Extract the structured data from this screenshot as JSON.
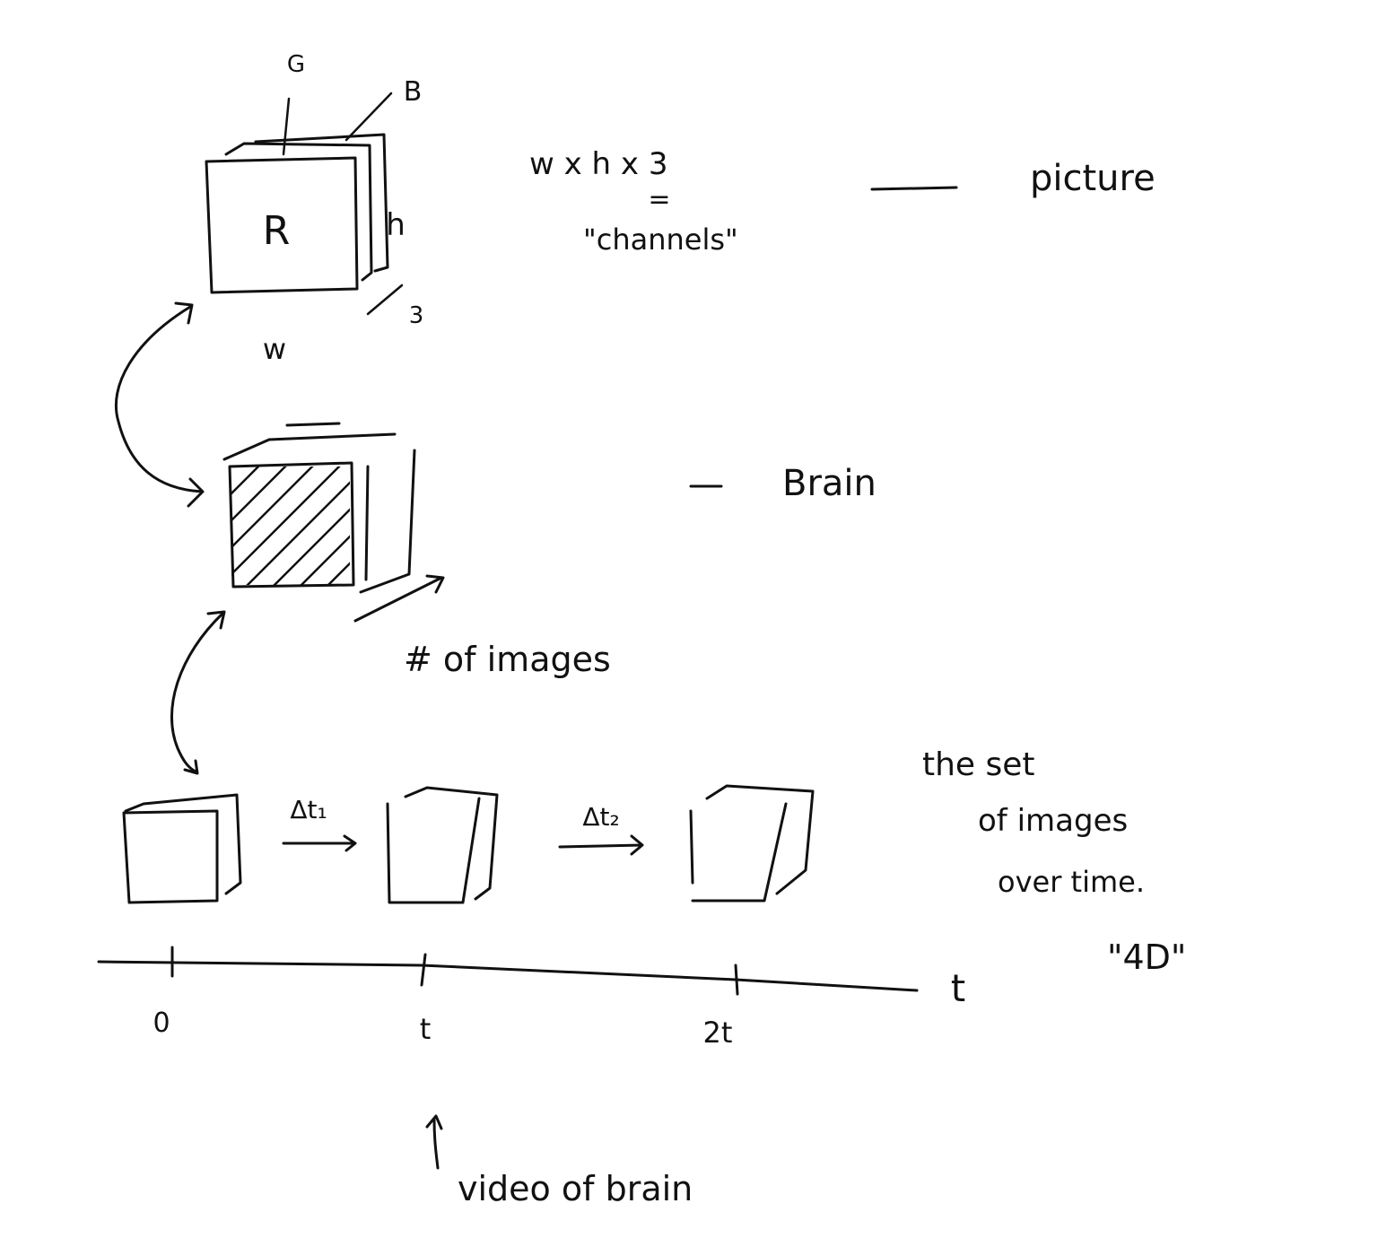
{
  "picture": {
    "channel_r": "R",
    "channel_g": "G",
    "channel_b": "B",
    "dim_w": "w",
    "dim_h": "h",
    "dim_3": "3",
    "formula": "w x h x 3",
    "equals": "=",
    "channels_note": "\"channels\"",
    "label": "picture"
  },
  "brain": {
    "label": "Brain",
    "depth_label": "# of images"
  },
  "sequence": {
    "delta_1": "Δt₁",
    "delta_2": "Δt₂",
    "description": [
      "the set",
      "of images",
      "over time.",
      "\"4D\""
    ]
  },
  "timeline": {
    "axis_label": "t",
    "ticks": [
      "0",
      "t",
      "2t"
    ]
  },
  "footer_note": "video of brain",
  "colors": {
    "ink": "#111111",
    "background": "#ffffff"
  }
}
